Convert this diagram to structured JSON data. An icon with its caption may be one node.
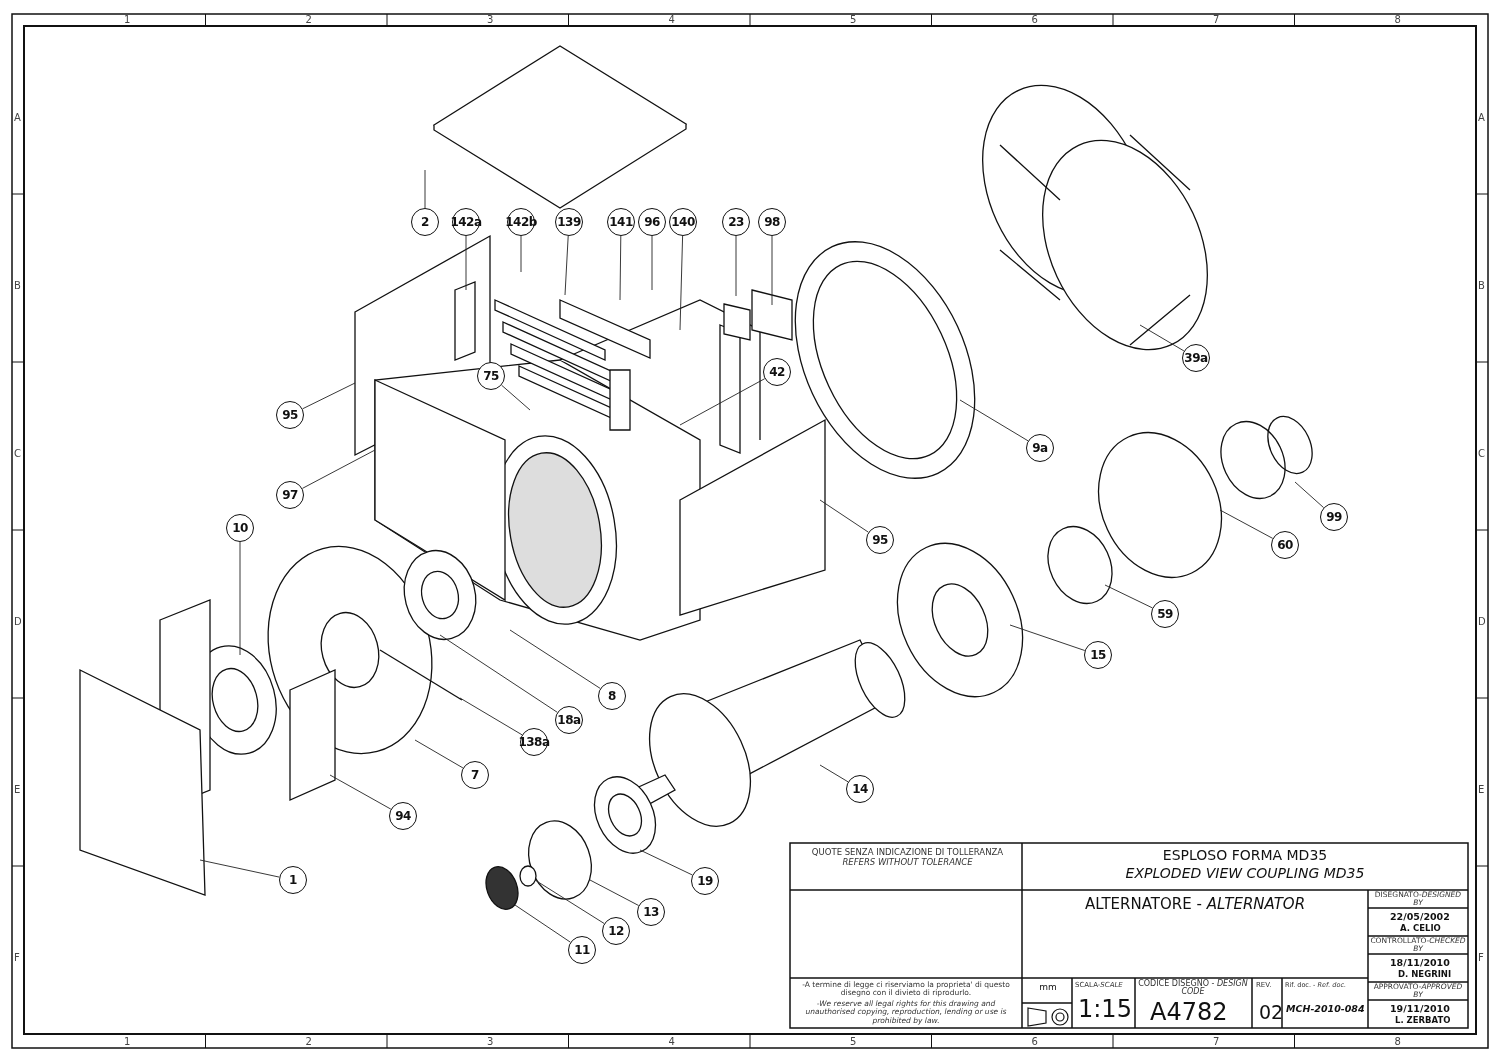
{
  "diagram": {
    "nodes": [
      {
        "text": [
          "2"
        ]
      },
      {
        "text": [
          "142a"
        ]
      },
      {
        "text": [
          "142b"
        ]
      },
      {
        "text": [
          "139"
        ]
      },
      {
        "text": [
          "141"
        ]
      },
      {
        "text": [
          "96"
        ]
      },
      {
        "text": [
          "140"
        ]
      },
      {
        "text": [
          "23"
        ]
      },
      {
        "text": [
          "98"
        ]
      },
      {
        "text": [
          "39a"
        ]
      },
      {
        "text": [
          "95"
        ]
      },
      {
        "text": [
          "75"
        ]
      },
      {
        "text": [
          "42"
        ]
      },
      {
        "text": [
          "9a"
        ]
      },
      {
        "text": [
          "97"
        ]
      },
      {
        "text": [
          "95"
        ]
      },
      {
        "text": [
          "99"
        ]
      },
      {
        "text": [
          "60"
        ]
      },
      {
        "text": [
          "10"
        ]
      },
      {
        "text": [
          "59"
        ]
      },
      {
        "text": [
          "15"
        ]
      },
      {
        "text": [
          "8"
        ]
      },
      {
        "text": [
          "18a"
        ]
      },
      {
        "text": [
          "138a"
        ]
      },
      {
        "text": [
          "7"
        ]
      },
      {
        "text": [
          "14"
        ]
      },
      {
        "text": [
          "94"
        ]
      },
      {
        "text": [
          "19"
        ]
      },
      {
        "text": [
          "1"
        ]
      },
      {
        "text": [
          "13"
        ]
      },
      {
        "text": [
          "12"
        ]
      },
      {
        "text": [
          "11"
        ]
      }
    ],
    "edges": [
      {
        "from": 0,
        "to": null,
        "arrow": "none"
      },
      {
        "from": 1,
        "to": null,
        "arrow": "none"
      },
      {
        "from": 2,
        "to": null,
        "arrow": "none"
      },
      {
        "from": 3,
        "to": null,
        "arrow": "none"
      },
      {
        "from": 4,
        "to": null,
        "arrow": "none"
      },
      {
        "from": 5,
        "to": null,
        "arrow": "none"
      },
      {
        "from": 6,
        "to": null,
        "arrow": "none"
      },
      {
        "from": 7,
        "to": null,
        "arrow": "none"
      },
      {
        "from": 8,
        "to": null,
        "arrow": "none"
      },
      {
        "from": 9,
        "to": null,
        "arrow": "none"
      },
      {
        "from": 10,
        "to": null,
        "arrow": "none"
      },
      {
        "from": 11,
        "to": null,
        "arrow": "none"
      },
      {
        "from": 12,
        "to": null,
        "arrow": "none"
      },
      {
        "from": 13,
        "to": null,
        "arrow": "none"
      },
      {
        "from": 14,
        "to": null,
        "arrow": "none"
      },
      {
        "from": 15,
        "to": null,
        "arrow": "none"
      },
      {
        "from": 16,
        "to": null,
        "arrow": "none"
      },
      {
        "from": 17,
        "to": null,
        "arrow": "none"
      },
      {
        "from": 18,
        "to": null,
        "arrow": "none"
      },
      {
        "from": 19,
        "to": null,
        "arrow": "none"
      },
      {
        "from": 20,
        "to": null,
        "arrow": "none"
      },
      {
        "from": 21,
        "to": null,
        "arrow": "none"
      },
      {
        "from": 22,
        "to": null,
        "arrow": "none"
      },
      {
        "from": 23,
        "to": null,
        "arrow": "none"
      },
      {
        "from": 24,
        "to": null,
        "arrow": "none"
      },
      {
        "from": 25,
        "to": null,
        "arrow": "none"
      },
      {
        "from": 26,
        "to": null,
        "arrow": "none"
      },
      {
        "from": 27,
        "to": null,
        "arrow": "none"
      },
      {
        "from": 28,
        "to": null,
        "arrow": "none"
      },
      {
        "from": 29,
        "to": null,
        "arrow": "none"
      },
      {
        "from": 30,
        "to": null,
        "arrow": "none"
      },
      {
        "from": 31,
        "to": null,
        "arrow": "none"
      }
    ],
    "labels": [
      "1",
      "2",
      "3",
      "4",
      "5",
      "6",
      "7",
      "8",
      "1",
      "2",
      "3",
      "4",
      "5",
      "6",
      "7",
      "8",
      "A",
      "B",
      "C",
      "D",
      "E",
      "F",
      "A",
      "B",
      "C",
      "D",
      "E",
      "F",
      "QUOTE SENZA INDICAZIONE DI TOLLERANZA",
      "REFERS WITHOUT TOLERANCE",
      "ESPLOSO FORMA MD35",
      "EXPLODED VIEW COUPLING MD35",
      "ALTERNATORE - *ALTERNATOR*",
      "-A termine di legge ci riserviamo la proprieta' di questo disegno con il divieto di riprodurlo.",
      "-We reserve all legal rights for this drawing and unauthorised copying, reproduction, lending or use is prohibited by law.",
      "mm",
      "SCALA-*SCALE*",
      "1:15",
      "CODICE DISEGNO - *DESIGN CODE*",
      "A4782",
      "REV.",
      "02",
      "Rif. doc. - *Ref. doc.*",
      "MCH-2010-084",
      "DISEGNATO-*DESIGNED BY*",
      "22/05/2002",
      "A. CELIO",
      "CONTROLLATO-*CHECKED BY*",
      "18/11/2010",
      "D. NEGRINI",
      "APPROVATO-*APPROVED BY*",
      "19/11/2010",
      "L. ZERBATO"
    ]
  }
}
